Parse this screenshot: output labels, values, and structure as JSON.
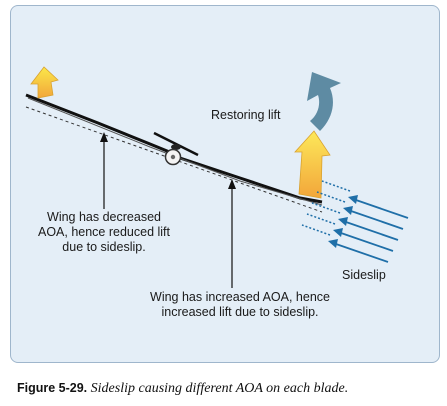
{
  "labels": {
    "restoring_lift": "Restoring lift",
    "decreased_line1": "Wing has decreased",
    "decreased_line2": "AOA, hence reduced lift",
    "decreased_line3": "due to sideslip.",
    "increased_line1": "Wing has increased AOA, hence",
    "increased_line2": "increased lift due to sideslip.",
    "sideslip": "Sideslip"
  },
  "caption": {
    "number": "Figure 5-29.",
    "text": "Sideslip causing different AOA on each blade."
  },
  "colors": {
    "background": "#e4eef7",
    "border": "#9fb6cc",
    "sideslip_arrows": "#1f6fa8",
    "restoring_arrow": "#5e8ba3",
    "lift_arrow_top": "#fbe84a",
    "lift_arrow_bottom": "#f2a63a",
    "wing": "#111111"
  }
}
